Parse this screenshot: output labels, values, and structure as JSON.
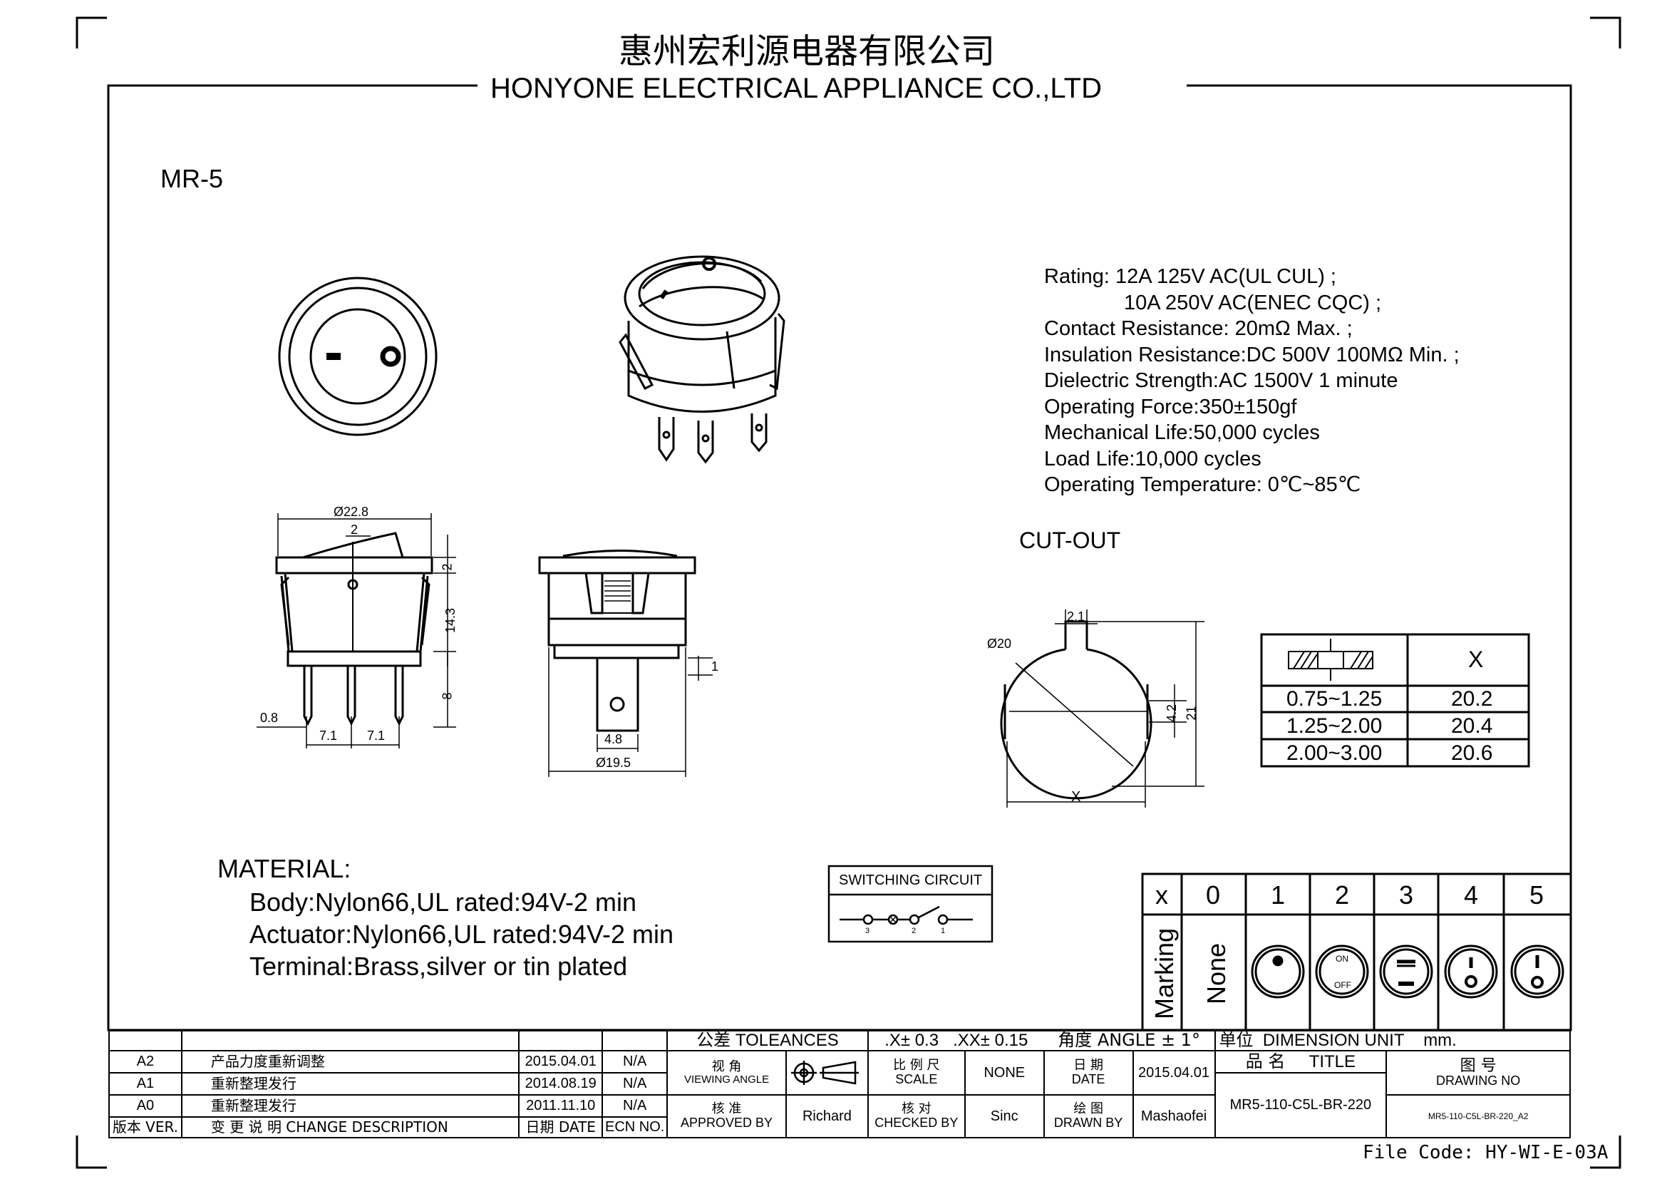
{
  "header": {
    "company_cn": "惠州宏利源电器有限公司",
    "company_en": "HONYONE ELECTRICAL APPLIANCE  CO.,LTD"
  },
  "model": "MR-5",
  "specs": [
    "Rating: 12A   125V AC(UL CUL) ;",
    "10A   250V AC(ENEC CQC) ;",
    "Contact Resistance: 20mΩ Max. ;",
    "Insulation Resistance:DC 500V 100MΩ  Min. ;",
    "Dielectric Strength:AC 1500V 1 minute",
    "Operating Force:350±150gf",
    "Mechanical Life:50,000 cycles",
    "Load Life:10,000 cycles",
    "Operating Temperature: 0℃~85℃"
  ],
  "dimensions": {
    "width": "Ø22.8",
    "actuator": "2",
    "flange": "2",
    "body_h": "14.3",
    "term_h": "8",
    "term_w": "0.8",
    "pitch1": "7.1",
    "pitch2": "7.1",
    "side_gap": "1",
    "tab": "4.8",
    "body_d": "Ø19.5"
  },
  "cutout": {
    "title": "CUT-OUT",
    "diameter": "Ø20",
    "key_w": "2.1",
    "key_h": "4.2",
    "height": "21",
    "x_label": "X",
    "table_header": "X",
    "rows": [
      {
        "range": "0.75~1.25",
        "x": "20.2"
      },
      {
        "range": "1.25~2.00",
        "x": "20.4"
      },
      {
        "range": "2.00~3.00",
        "x": "20.6"
      }
    ]
  },
  "material": {
    "title": "MATERIAL:",
    "lines": [
      "Body:Nylon66,UL rated:94V-2 min",
      "Actuator:Nylon66,UL rated:94V-2 min",
      "Terminal:Brass,silver or tin plated"
    ]
  },
  "switching": {
    "title": "SWITCHING CIRCUIT",
    "pins": [
      "3",
      "2",
      "1"
    ]
  },
  "marking": {
    "header": [
      "x",
      "0",
      "1",
      "2",
      "3",
      "4",
      "5"
    ],
    "row_label": "Marking",
    "none": "None",
    "on": "ON",
    "off": "OFF"
  },
  "titleblock": {
    "revisions": [
      {
        "ver": "A2",
        "desc": "产品力度重新调整",
        "date": "2015.04.01",
        "ecn": "N/A"
      },
      {
        "ver": "A1",
        "desc": "重新整理发行",
        "date": "2014.08.19",
        "ecn": "N/A"
      },
      {
        "ver": "A0",
        "desc": "重新整理发行",
        "date": "2011.11.10",
        "ecn": "N/A"
      }
    ],
    "col_ver": "版本 VER.",
    "col_desc": "变 更 说 明   CHANGE DESCRIPTION",
    "col_date": "日期 DATE",
    "col_ecn": "ECN NO.",
    "tol_cn": "公差",
    "tol_en": "TOLEANCES",
    "tol1": ".X± 0.3",
    "tol2": ".XX± 0.15",
    "angle": "角度 ANGLE ± 1°",
    "unit_cn": "单位",
    "unit_en": "DIMENSION UNIT",
    "unit_val": "mm.",
    "view_cn": "视 角",
    "view_en": "VIEWING ANGLE",
    "scale_cn": "比 例 尺",
    "scale_en": "SCALE",
    "scale_val": "NONE",
    "date_cn": "日 期",
    "date_en": "DATE",
    "date_val": "2015.04.01",
    "name_cn": "品 名",
    "name_en": "TITLE",
    "dwg_cn": "图 号",
    "dwg_en": "DRAWING NO",
    "appr_cn": "核 准",
    "appr_en": "APPROVED BY",
    "appr_val": "Richard",
    "chk_cn": "核 对",
    "chk_en": "CHECKED BY",
    "chk_val": "Sinc",
    "drawn_cn": "绘 图",
    "drawn_en": "DRAWN BY",
    "drawn_val": "Mashaofei",
    "title_val": "MR5-110-C5L-BR-220",
    "dwg_val": "MR5-110-C5L-BR-220_A2"
  },
  "file_code": "File Code: HY-WI-E-03A"
}
